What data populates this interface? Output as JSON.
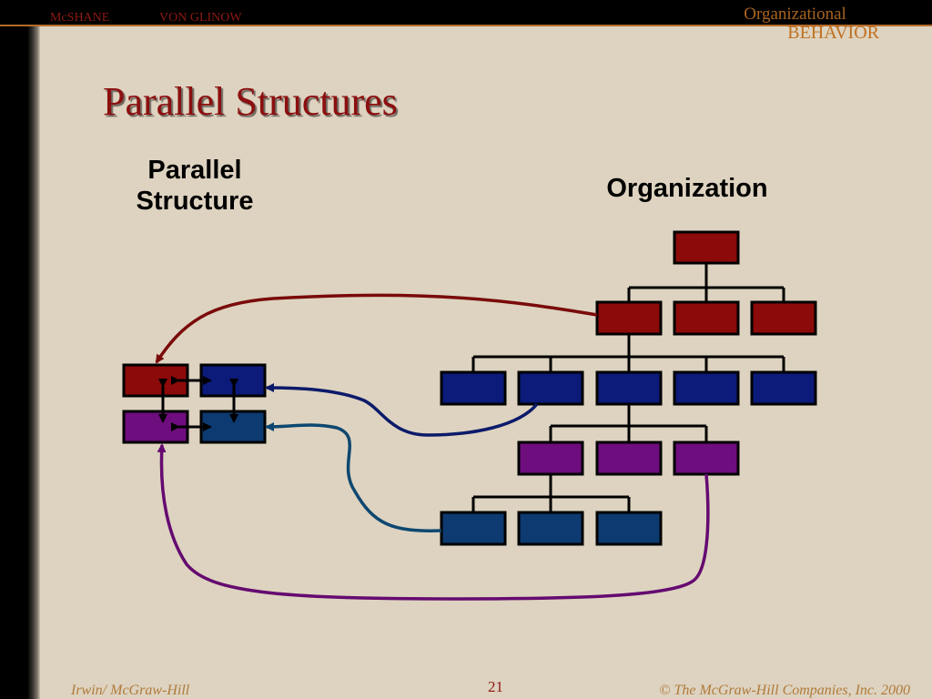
{
  "header": {
    "author_left": "McSHANE",
    "author_right": "VON GLINOW",
    "brand_line1": "Organizational",
    "brand_line2": "BEHAVIOR"
  },
  "slide": {
    "title": "Parallel Structures",
    "label_parallel_line1": "Parallel",
    "label_parallel_line2": "Structure",
    "label_organization": "Organization"
  },
  "footer": {
    "publisher": "Irwin/ McGraw-Hill",
    "page_number": "21",
    "copyright": "© The McGraw-Hill Companies, Inc. 2000"
  },
  "colors": {
    "background": "#ddd3c0",
    "red_box": "#8c0a0a",
    "navy_box": "#0c1a7a",
    "blue_box": "#0d3a70",
    "purple_box": "#6e0d7e",
    "connector_red": "#7a0a0a",
    "connector_navy": "#0c1a6a",
    "connector_blue": "#0d4770",
    "connector_purple": "#650a70",
    "title": "#8c0f0f"
  }
}
